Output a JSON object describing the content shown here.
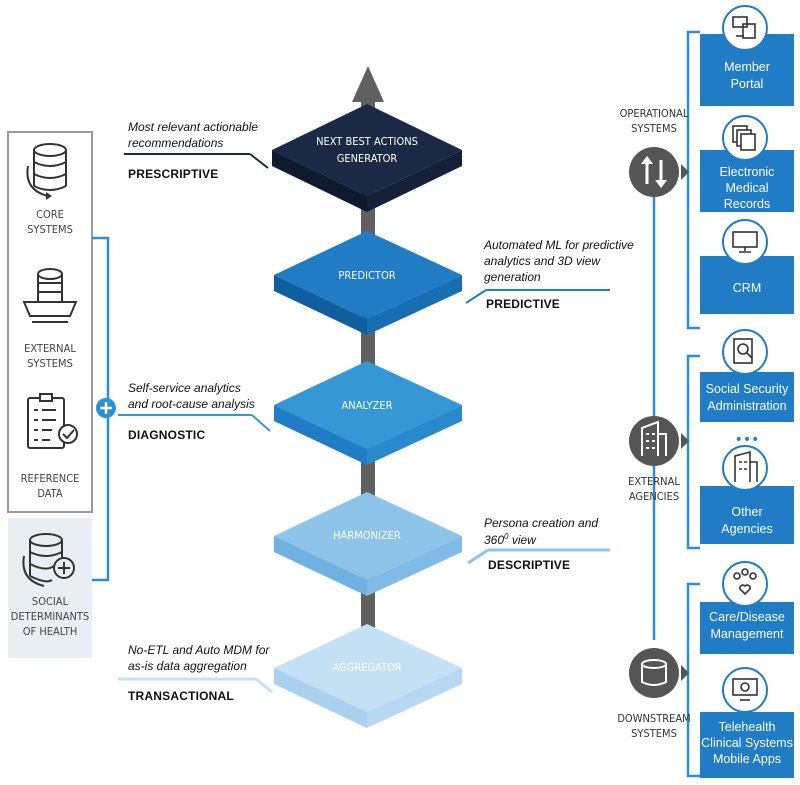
{
  "colors": {
    "dark_navy": "#1b2a44",
    "blue": "#1f7cc5",
    "mid_blue": "#3597d6",
    "light_blue": "#8ec4ea",
    "pale_blue": "#c4e0f4",
    "line_blue": "#2c8fd6",
    "axis_gray": "#606060"
  },
  "layers": [
    {
      "name": "NEXT BEST ACTIONS",
      "name2": "GENERATOR",
      "description": [
        "Most relevant actionable",
        "recommendations"
      ],
      "level": "PRESCRIPTIVE"
    },
    {
      "name": "PREDICTOR",
      "description": [
        "Automated ML for predictive",
        "analytics and 3D view",
        "generation"
      ],
      "level": "PREDICTIVE"
    },
    {
      "name": "ANALYZER",
      "description": [
        "Self-service analytics",
        "and root-cause analysis"
      ],
      "level": "DIAGNOSTIC"
    },
    {
      "name": "HARMONIZER",
      "description": [
        "Persona creation and",
        "360"
      ],
      "sup": "0",
      "view": " view",
      "level": "DESCRIPTIVE"
    },
    {
      "name": "AGGREGATOR",
      "description": [
        "No-ETL and Auto MDM for",
        "as-is data aggregation"
      ],
      "level": "TRANSACTIONAL"
    }
  ],
  "sources": [
    {
      "icon": "database-icon",
      "label": [
        "CORE",
        "SYSTEMS"
      ]
    },
    {
      "icon": "server-tray-icon",
      "label": [
        "EXTERNAL",
        "SYSTEMS"
      ]
    },
    {
      "icon": "checklist-icon",
      "label": [
        "REFERENCE",
        "DATA"
      ]
    },
    {
      "icon": "database-plus-icon",
      "label": [
        "SOCIAL",
        "DETERMINANTS",
        "OF HEALTH"
      ]
    }
  ],
  "groups": [
    {
      "icon": "sync-arrows-icon",
      "label": [
        "OPERATIONAL",
        "SYSTEMS"
      ]
    },
    {
      "icon": "building-icon",
      "label": [
        "EXTERNAL",
        "AGENCIES"
      ]
    },
    {
      "icon": "database-icon",
      "label": [
        "DOWNSTREAM",
        "SYSTEMS"
      ]
    }
  ],
  "targets": [
    {
      "icon": "devices-icon",
      "label": [
        "Member",
        "Portal"
      ]
    },
    {
      "icon": "records-icon",
      "label": [
        "Electronic",
        "Medical",
        "Records"
      ]
    },
    {
      "icon": "monitor-icon",
      "label": [
        "CRM"
      ]
    },
    {
      "icon": "document-search-icon",
      "label": [
        "Social Security",
        "Administration"
      ]
    },
    {
      "icon": "office-building-icon",
      "label": [
        "Other",
        "Agencies"
      ]
    },
    {
      "icon": "people-heart-icon",
      "label": [
        "Care/Disease",
        "Management"
      ]
    },
    {
      "icon": "telehealth-icon",
      "label": [
        "Telehealth",
        "Clinical Systems",
        "Mobile Apps"
      ]
    }
  ],
  "ellipsis": "•••"
}
